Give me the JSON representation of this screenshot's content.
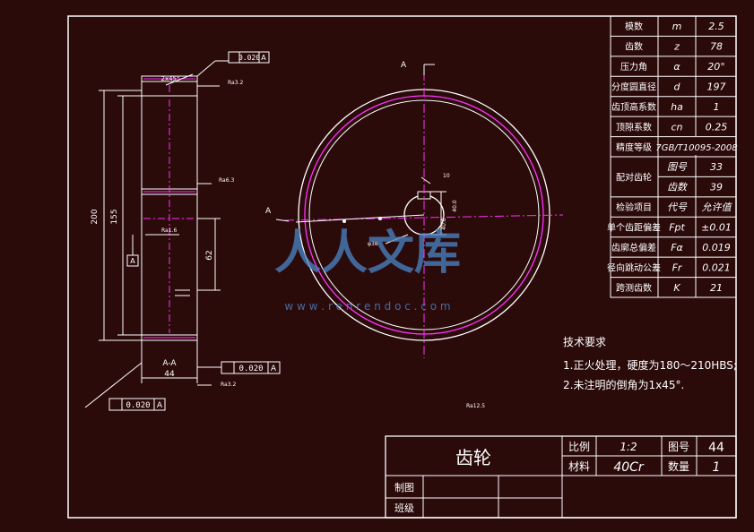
{
  "params": [
    {
      "name": "模数",
      "symbol": "m",
      "value": "2.5"
    },
    {
      "name": "齿数",
      "symbol": "z",
      "value": "78"
    },
    {
      "name": "压力角",
      "symbol": "α",
      "value": "20°"
    },
    {
      "name": "分度圆直径",
      "symbol": "d",
      "value": "197"
    },
    {
      "name": "齿顶高系数",
      "symbol": "ha",
      "value": "1"
    },
    {
      "name": "顶隙系数",
      "symbol": "cn",
      "value": "0.25"
    },
    {
      "name": "精度等级",
      "symbol": "",
      "value": "7GB/T10095-2008"
    },
    {
      "name": "配对齿轮",
      "symbol": "图号",
      "value": "33"
    },
    {
      "name": "",
      "symbol": "齿数",
      "value": "39"
    },
    {
      "name": "检验项目",
      "symbol": "代号",
      "value": "允许值"
    },
    {
      "name": "单个齿距偏差",
      "symbol": "Fpt",
      "value": "±0.01"
    },
    {
      "name": "齿廓总偏差",
      "symbol": "Fα",
      "value": "0.019"
    },
    {
      "name": "径向跳动公差",
      "symbol": "Fr",
      "value": "0.021"
    },
    {
      "name": "跨测齿数",
      "symbol": "K",
      "value": "21"
    }
  ],
  "notes": {
    "title": "技术要求",
    "lines": [
      "1.正火处理，硬度为180～210HBS;",
      "2.未注明的倒角为1x45°."
    ]
  },
  "titleblock": {
    "part_name": "齿轮",
    "scale_label": "比例",
    "scale_value": "1:2",
    "drawing_no_label": "图号",
    "drawing_no_value": "44",
    "material_label": "材料",
    "material_value": "40Cr",
    "qty_label": "数量",
    "qty_value": "1",
    "drawn_label": "制图",
    "checked_label": "班级"
  },
  "dims": {
    "d200": "200",
    "d155": "155",
    "d62": "62",
    "d44": "44",
    "section_label": "A-A",
    "chamfer": "2x45°",
    "tol1": "0.020",
    "tol2": "0.020",
    "tol3": "0.020",
    "datum": "A",
    "ra32a": "Ra3.2",
    "ra32b": "Ra3.2",
    "ra63": "Ra6.3",
    "ra16": "Ra1.6",
    "ra125": "Ra12.5",
    "bore": "φ38",
    "keyw": "10",
    "key400": "40.0",
    "key400b": "40.0",
    "sec_a_top": "A",
    "sec_a_left": "A"
  },
  "watermark": {
    "text": "人人文库",
    "url": "w w w . r e n r e n d o c . c o m"
  },
  "colors": {
    "background": "#2b0a0a",
    "lines": "#ffffff",
    "centerline": "#ff33ff",
    "watermark": "#4a86c8"
  }
}
